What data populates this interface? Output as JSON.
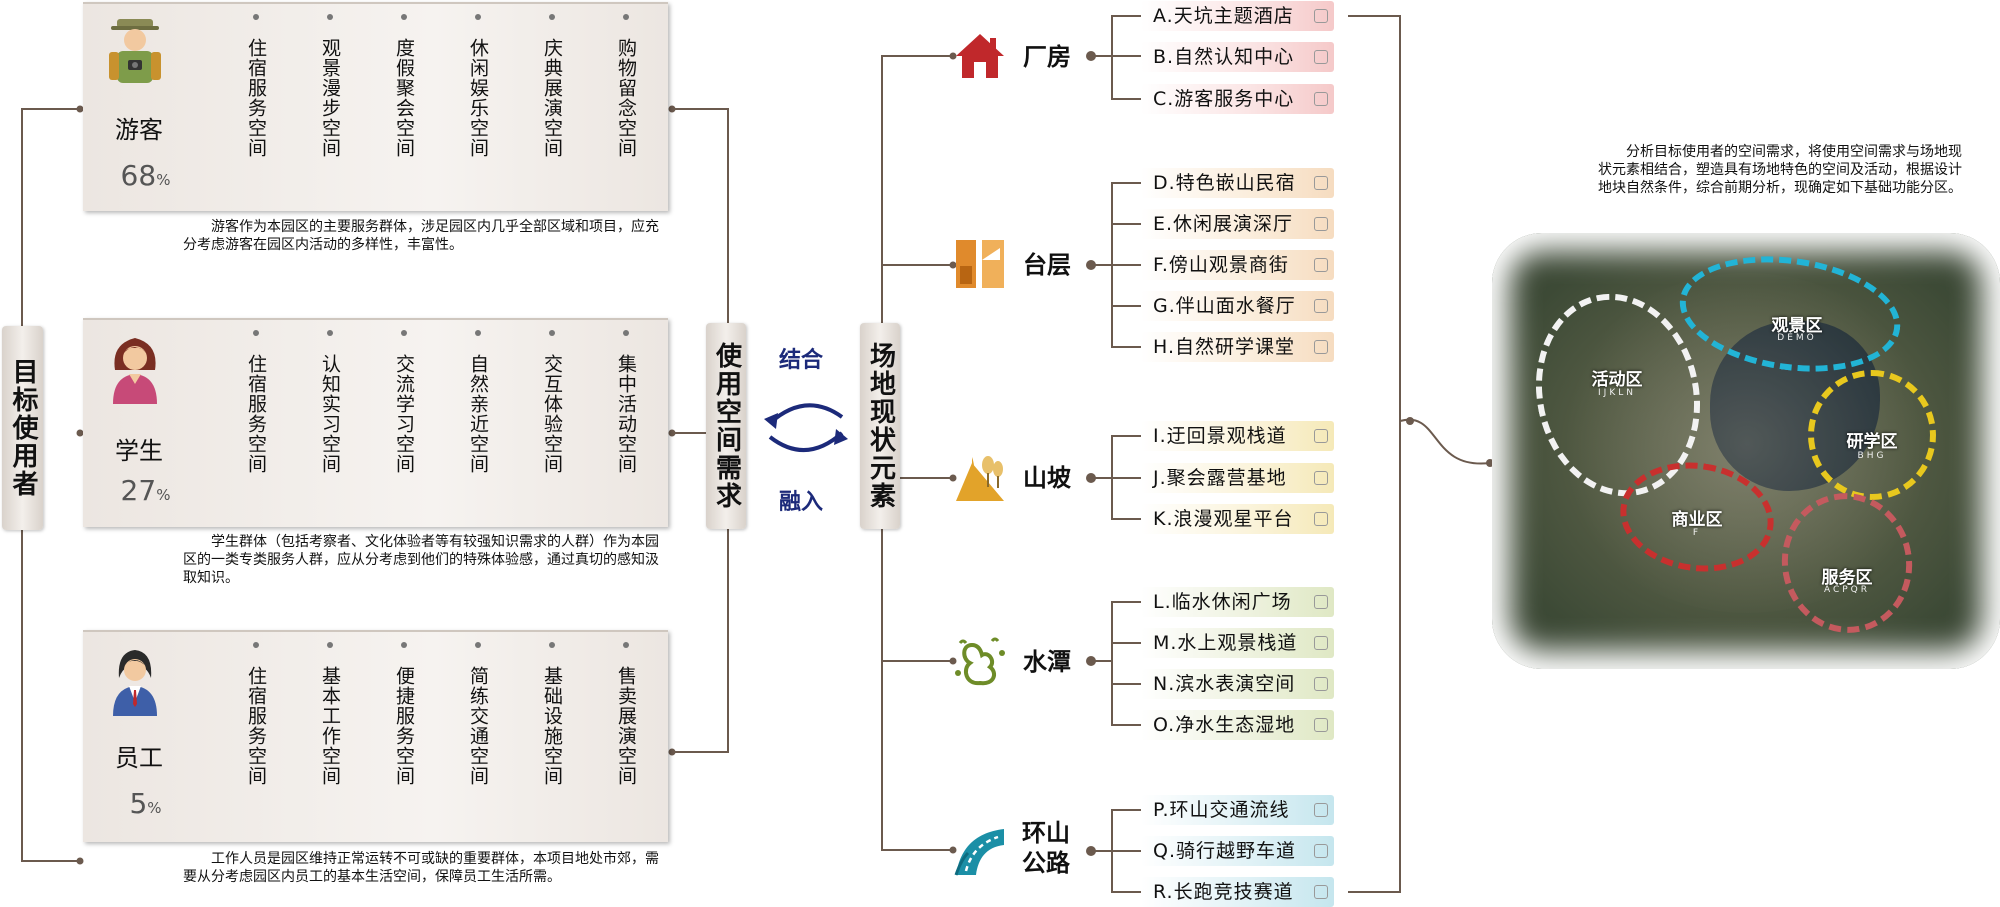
{
  "left_title": "目标使用者",
  "middle_title": "使用空间需求",
  "site_title": "场地现状元素",
  "combine_label": "结合",
  "merge_label": "融入",
  "users": [
    {
      "name": "游客",
      "pct_value": "68",
      "pct_unit": "%",
      "needs": [
        "住宿服务空间",
        "观景漫步空间",
        "度假聚会空间",
        "休闲娱乐空间",
        "庆典展演空间",
        "购物留念空间"
      ],
      "desc": "游客作为本园区的主要服务群体，涉足园区内几乎全部区域和项目，应充分考虑游客在园区内活动的多样性，丰富性。"
    },
    {
      "name": "学生",
      "pct_value": "27",
      "pct_unit": "%",
      "needs": [
        "住宿服务空间",
        "认知实习空间",
        "交流学习空间",
        "自然亲近空间",
        "交互体验空间",
        "集中活动空间"
      ],
      "desc": "学生群体（包括考察者、文化体验者等有较强知识需求的人群）作为本园区的一类专类服务人群，应从分考虑到他们的特殊体验感，通过真切的感知汲取知识。"
    },
    {
      "name": "员工",
      "pct_value": "5",
      "pct_unit": "%",
      "needs": [
        "住宿服务空间",
        "基本工作空间",
        "便捷服务空间",
        "简练交通空间",
        "基础设施空间",
        "售卖展演空间"
      ],
      "desc": "工作人员是园区维持正常运转不可或缺的重要群体，本项目地处市郊，需要从分考虑园区内员工的基本生活空间，保障员工生活所需。"
    }
  ],
  "elements": [
    {
      "name": "厂房",
      "icon": "factory-icon",
      "color": "#c0282b",
      "items": [
        "A.天坑主题酒店",
        "B.自然认知中心",
        "C.游客服务中心"
      ]
    },
    {
      "name": "台层",
      "icon": "terrace-icon",
      "color": "#e08a2c",
      "items": [
        "D.特色嵌山民宿",
        "E.休闲展演深厅",
        "F.傍山观景商街",
        "G.伴山面水餐厅",
        "H.自然研学课堂"
      ]
    },
    {
      "name": "山坡",
      "icon": "slope-icon",
      "color": "#e2a32a",
      "items": [
        "I.迂回景观栈道",
        "J.聚会露营基地",
        "K.浪漫观星平台"
      ]
    },
    {
      "name": "水潭",
      "icon": "pond-icon",
      "color": "#7b9a2e",
      "items": [
        "L.临水休闲广场",
        "M.水上观景栈道",
        "N.滨水表演空间",
        "O.净水生态湿地"
      ]
    },
    {
      "name": "环山公路",
      "name_lines": [
        "环山",
        "公路"
      ],
      "icon": "road-icon",
      "color": "#1b8fa6",
      "items": [
        "P.环山交通流线",
        "Q.骑行越野车道",
        "R.长跑竞技赛道"
      ]
    }
  ],
  "analysis": "分析目标使用者的空间需求，将使用空间需求与场地现状元素相结合，塑造具有场地特色的空间及活动，根据设计地块自然条件，综合前期分析，现确定如下基础功能分区。",
  "zones": [
    {
      "name": "观景区",
      "code": "DEMO",
      "color": "#22b4d6"
    },
    {
      "name": "活动区",
      "code": "IJKLN",
      "color": "#f2f2f2"
    },
    {
      "name": "研学区",
      "code": "BHG",
      "color": "#e8c81e"
    },
    {
      "name": "商业区",
      "code": "F",
      "color": "#c8302e"
    },
    {
      "name": "服务区",
      "code": "ACPQR",
      "color": "#c45a5e"
    }
  ]
}
